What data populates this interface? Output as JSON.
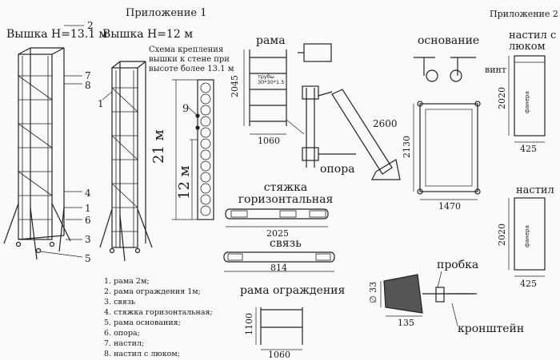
{
  "headings": {
    "appendix_1": "Приложение 1",
    "appendix_2": "Приложение 2",
    "tower_131": "Вышка Н=13.1 м",
    "tower_12": "Вышка Н=12 м",
    "wall_note": "Схема крепления вышки к стене при высоте более 13.1 м"
  },
  "callouts_131": [
    "2",
    "7",
    "8",
    "4",
    "1",
    "6",
    "3",
    "5"
  ],
  "callout_12": "1",
  "callout_9": "9",
  "heights": {
    "h21": "21 м",
    "h12": "12 м"
  },
  "parts": {
    "frame": {
      "title": "рама",
      "dim_h": "2045",
      "dim_w": "1060",
      "pipe": "трубы 30*30*1.5"
    },
    "support": {
      "title": "опора",
      "dim": "2600"
    },
    "base": {
      "title": "основание",
      "screw": "винт",
      "dim_h": "2130",
      "dim_w": "1470"
    },
    "deck_hatch": {
      "title": "настил с люком",
      "dim_h": "2020",
      "dim_w": "425",
      "material": "фанера"
    },
    "deck": {
      "title": "настил",
      "dim_h": "2020",
      "dim_w": "425",
      "material": "фанера"
    },
    "tie_h": {
      "title": "стяжка горизонтальная",
      "dim": "2025"
    },
    "link": {
      "title": "связь",
      "dim": "814"
    },
    "guard_frame": {
      "title": "рама ограждения",
      "dim_h": "1100",
      "dim_w": "1060"
    },
    "plug": {
      "title": "пробка",
      "bracket": "кронштейн",
      "dia": "∅ 33",
      "dim": "135"
    }
  },
  "legend": [
    "1. рама 2м;",
    "2. рама ограждения 1м;",
    "3. связь",
    "4. стяжка горизонтальная;",
    "5. рама основания;",
    "6. опора;",
    "7. настил;",
    "8. настил с люком;"
  ]
}
